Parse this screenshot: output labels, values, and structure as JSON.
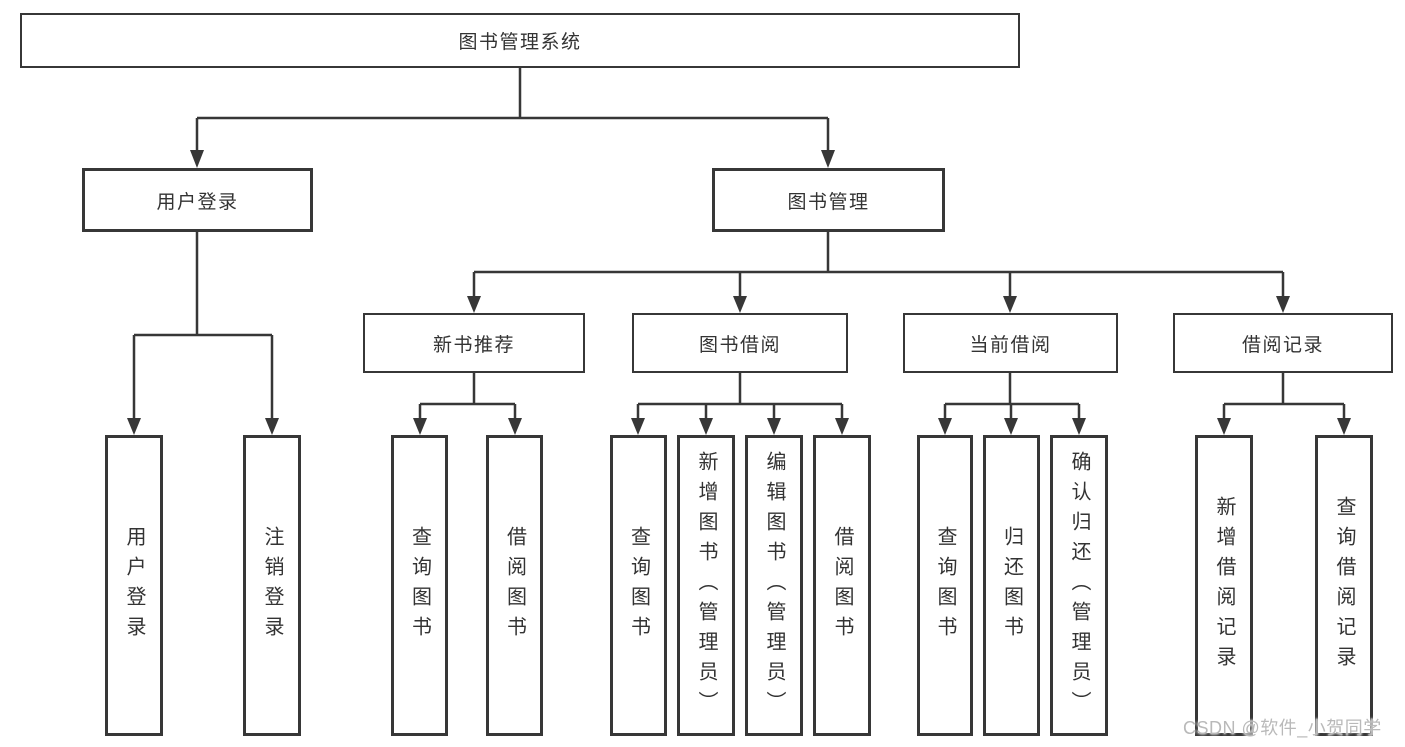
{
  "nodes": {
    "root": "图书管理系统",
    "l2": [
      "用户登录",
      "图书管理"
    ],
    "l3": [
      "新书推荐",
      "图书借阅",
      "当前借阅",
      "借阅记录"
    ],
    "leaves_login": [
      "用户登录",
      "注销登录"
    ],
    "leaves_recommend": [
      "查询图书",
      "借阅图书"
    ],
    "leaves_borrow": [
      "查询图书",
      "新增图书（管理员）",
      "编辑图书（管理员）",
      "借阅图书"
    ],
    "leaves_current": [
      "查询图书",
      "归还图书",
      "确认归还（管理员）"
    ],
    "leaves_records": [
      "新增借阅记录",
      "查询借阅记录"
    ]
  },
  "watermark": {
    "text": "CSDN @软件_小贺同学"
  },
  "colors": {
    "line": "#373737",
    "text": "#333333",
    "background": "#ffffff",
    "watermark": "#b9b9b9"
  }
}
